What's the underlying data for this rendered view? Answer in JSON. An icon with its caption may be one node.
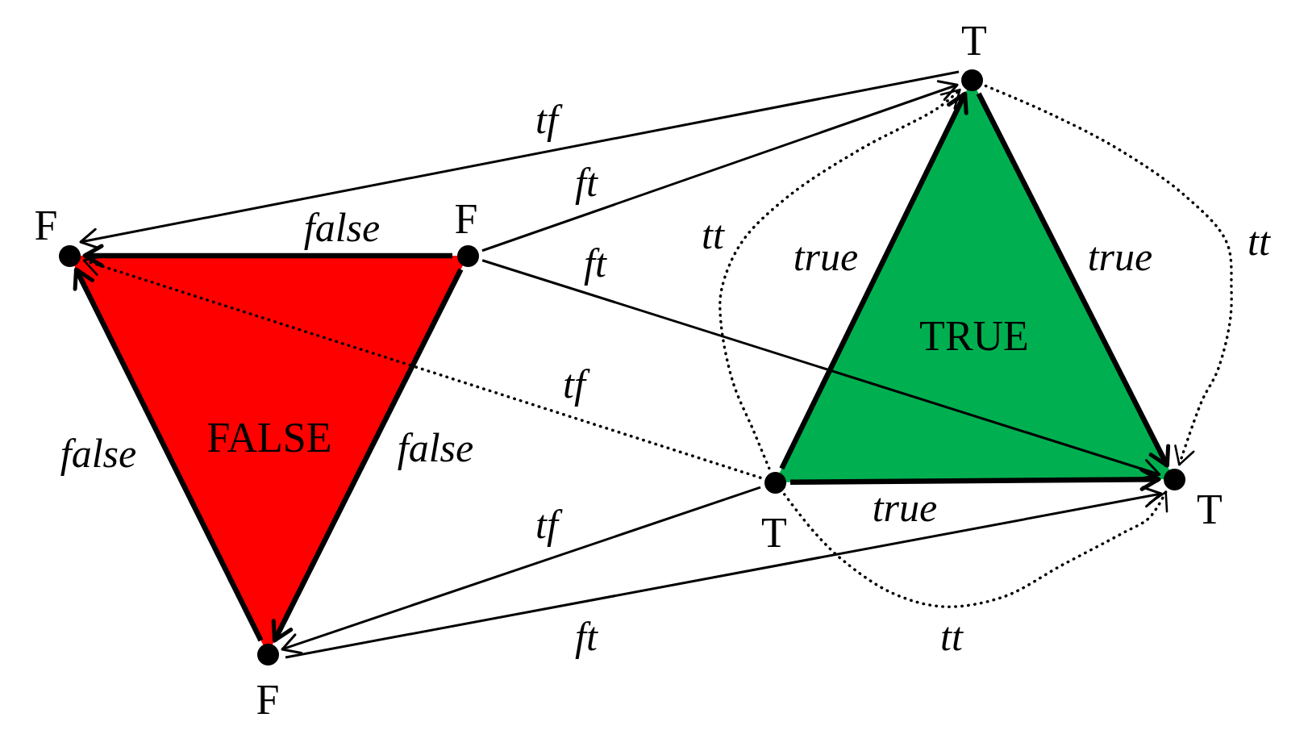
{
  "diagram": {
    "nodes": [
      {
        "text": [],
        "shape": "circle",
        "beside": [
          "F"
        ]
      },
      {
        "text": [],
        "shape": "circle",
        "beside": [
          "F"
        ]
      },
      {
        "text": [],
        "shape": "circle",
        "beside": [
          "F"
        ]
      },
      {
        "text": [],
        "shape": "circle",
        "beside": [
          "T"
        ]
      },
      {
        "text": [],
        "shape": "circle",
        "beside": [
          "T"
        ]
      },
      {
        "text": [],
        "shape": "circle",
        "beside": [
          "T"
        ]
      }
    ],
    "edges": [
      {
        "from": 1,
        "to": 0,
        "arrow": "to",
        "label": "false",
        "style": "thick"
      },
      {
        "from": 2,
        "to": 0,
        "arrow": "to",
        "label": "false",
        "style": "thick"
      },
      {
        "from": 1,
        "to": 2,
        "arrow": "to",
        "label": "false",
        "style": "thick"
      },
      {
        "from": 3,
        "to": 0,
        "arrow": "to",
        "label": "tf"
      },
      {
        "from": 1,
        "to": 3,
        "arrow": "to",
        "label": "ft"
      },
      {
        "from": 1,
        "to": 5,
        "arrow": "to",
        "label": "ft"
      },
      {
        "from": 4,
        "to": 0,
        "arrow": "to",
        "label": "tf",
        "style": "dashed"
      },
      {
        "from": 4,
        "to": 3,
        "arrow": "to",
        "label": "true",
        "style": "thick"
      },
      {
        "from": 3,
        "to": 5,
        "arrow": "to",
        "label": "true",
        "style": "thick"
      },
      {
        "from": 4,
        "to": 5,
        "arrow": "to",
        "label": "true",
        "style": "thick"
      },
      {
        "from": 4,
        "to": 3,
        "arrow": "to",
        "label": "tt",
        "style": "dashed"
      },
      {
        "from": 3,
        "to": 5,
        "arrow": "to",
        "label": "tt",
        "style": "dashed"
      },
      {
        "from": 4,
        "to": 2,
        "arrow": "to",
        "label": "tf"
      },
      {
        "from": 2,
        "to": 5,
        "arrow": "to",
        "label": "ft"
      },
      {
        "from": 4,
        "to": 5,
        "arrow": "to",
        "label": "tt",
        "style": "dashed"
      }
    ],
    "labels": [
      "TRUE",
      "FALSE"
    ]
  }
}
